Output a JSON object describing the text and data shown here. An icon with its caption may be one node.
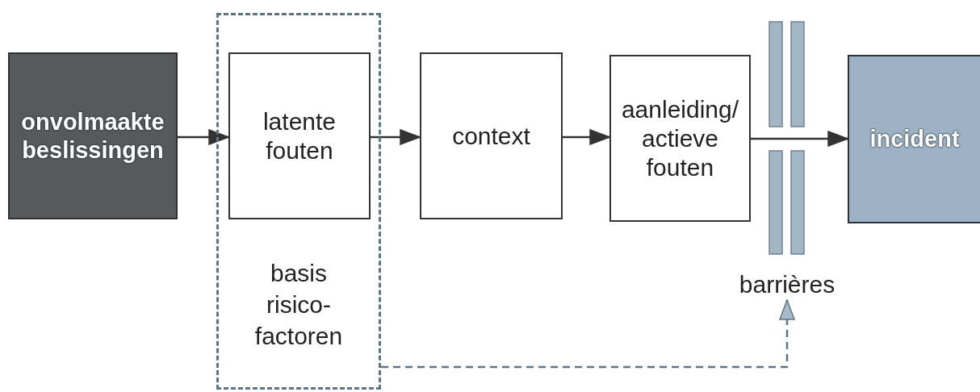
{
  "diagram": {
    "nodes": [
      {
        "text": [
          "onvolmaakte beslissingen"
        ]
      },
      {
        "text": [
          "basis risico-factoren"
        ]
      },
      {
        "text": [
          "latente fouten"
        ],
        "in": 1
      },
      {
        "text": [
          "context"
        ]
      },
      {
        "text": [
          "aanleiding/ actieve fouten"
        ]
      },
      {
        "text": [
          "barrières"
        ]
      },
      {
        "text": [
          "incident"
        ]
      }
    ],
    "edges": [
      {
        "from": 0,
        "to": 2,
        "arrow": "to"
      },
      {
        "from": 2,
        "to": 3,
        "arrow": "to"
      },
      {
        "from": 3,
        "to": 4,
        "arrow": "to"
      },
      {
        "from": 4,
        "to": 6,
        "arrow": "to"
      },
      {
        "from": 1,
        "to": 5,
        "arrow": "to",
        "style": "dashed",
        "color": "#5b7487"
      }
    ]
  }
}
